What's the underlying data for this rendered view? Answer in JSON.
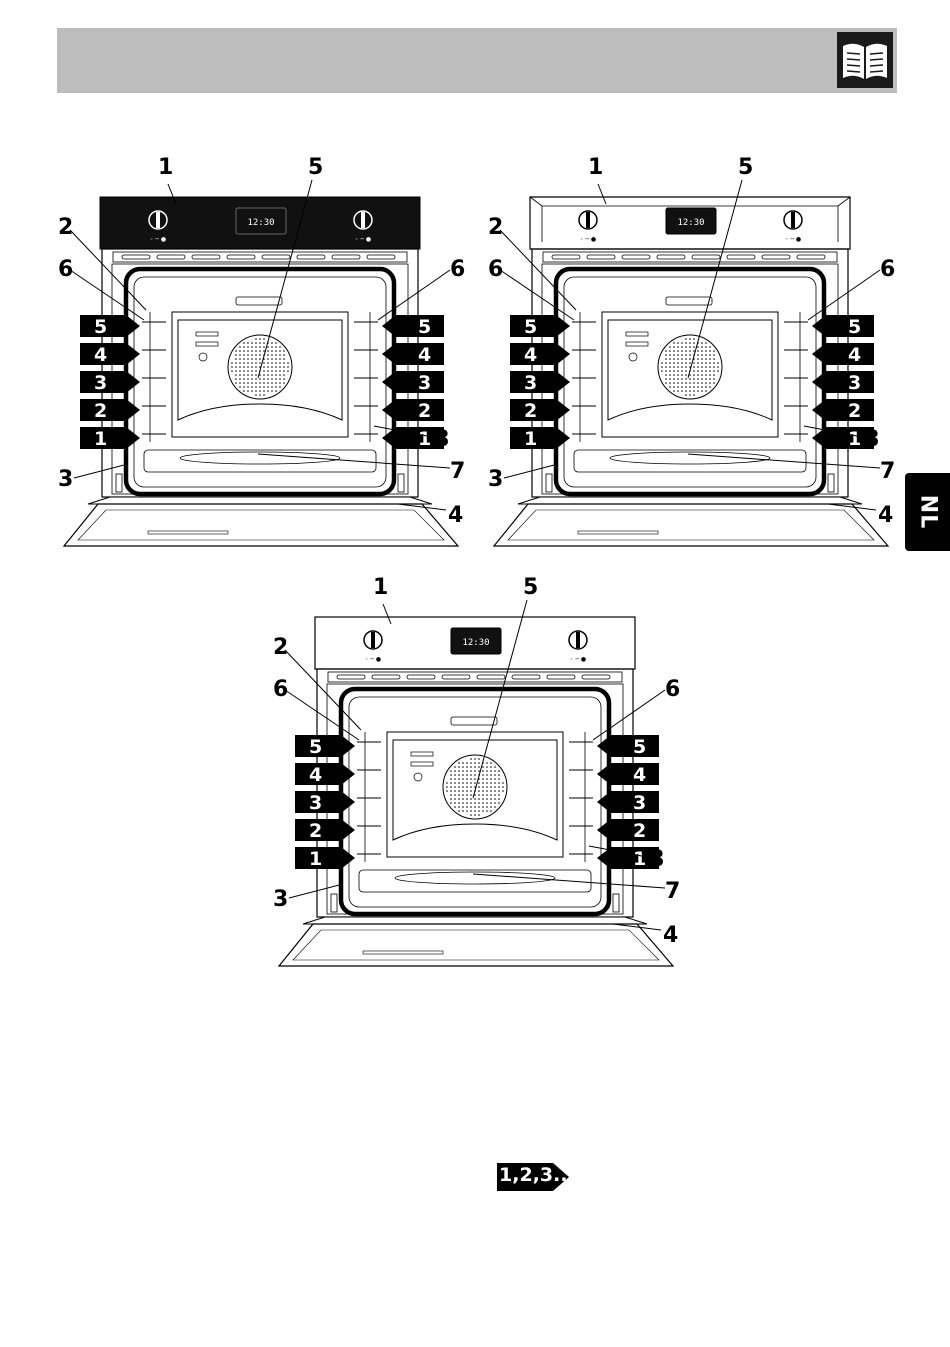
{
  "header": {
    "icon": "open-book-icon"
  },
  "language_tab": "NL",
  "ovens": [
    {
      "panel_variant": "dark",
      "display_time": "12:30",
      "callouts": {
        "c1": "1",
        "c2": "2",
        "c3": "3",
        "c4": "4",
        "c5": "5",
        "c6a": "6",
        "c6b": "6",
        "c7": "7",
        "c8": "8"
      },
      "shelf_levels": [
        "5",
        "4",
        "3",
        "2",
        "1"
      ]
    },
    {
      "panel_variant": "classic",
      "display_time": "12:30",
      "callouts": {
        "c1": "1",
        "c2": "2",
        "c3": "3",
        "c4": "4",
        "c5": "5",
        "c6a": "6",
        "c6b": "6",
        "c7": "7",
        "c8": "8"
      },
      "shelf_levels": [
        "5",
        "4",
        "3",
        "2",
        "1"
      ]
    },
    {
      "panel_variant": "flat",
      "display_time": "12:30",
      "callouts": {
        "c1": "1",
        "c2": "2",
        "c3": "3",
        "c4": "4",
        "c5": "5",
        "c6a": "6",
        "c6b": "6",
        "c7": "7",
        "c8": "8"
      },
      "shelf_levels": [
        "5",
        "4",
        "3",
        "2",
        "1"
      ]
    }
  ],
  "sequence_badge": "1,2,3..."
}
